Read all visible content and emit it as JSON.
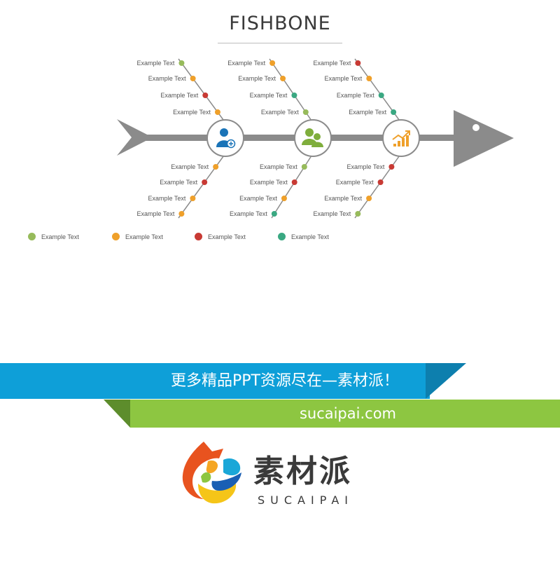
{
  "title": "FISHBONE",
  "colors": {
    "green": "#97bb5b",
    "orange": "#efa02a",
    "red": "#c83a34",
    "teal": "#3aa882",
    "spine": "#8b8b8b",
    "label": "#555555",
    "banner_blue": "#0e9fd8",
    "banner_green": "#8dc641"
  },
  "hubs": [
    {
      "icon": "user-add-icon",
      "color": "#1a74b8"
    },
    {
      "icon": "user-group-icon",
      "color": "#7fae3c"
    },
    {
      "icon": "growth-chart-icon",
      "color": "#efa02a"
    }
  ],
  "bones": {
    "top": [
      [
        {
          "label": "Example Text",
          "color": "green"
        },
        {
          "label": "Example Text",
          "color": "orange"
        },
        {
          "label": "Example Text",
          "color": "red"
        },
        {
          "label": "Example Text",
          "color": "orange"
        }
      ],
      [
        {
          "label": "Example Text",
          "color": "orange"
        },
        {
          "label": "Example Text",
          "color": "orange"
        },
        {
          "label": "Example Text",
          "color": "teal"
        },
        {
          "label": "Example Text",
          "color": "green"
        }
      ],
      [
        {
          "label": "Example Text",
          "color": "red"
        },
        {
          "label": "Example Text",
          "color": "orange"
        },
        {
          "label": "Example Text",
          "color": "teal"
        },
        {
          "label": "Example Text",
          "color": "teal"
        }
      ]
    ],
    "bottom": [
      [
        {
          "label": "Example Text",
          "color": "orange"
        },
        {
          "label": "Example Text",
          "color": "red"
        },
        {
          "label": "Example Text",
          "color": "orange"
        },
        {
          "label": "Example Text",
          "color": "orange"
        }
      ],
      [
        {
          "label": "Example Text",
          "color": "green"
        },
        {
          "label": "Example Text",
          "color": "red"
        },
        {
          "label": "Example Text",
          "color": "orange"
        },
        {
          "label": "Example Text",
          "color": "teal"
        }
      ],
      [
        {
          "label": "Example Text",
          "color": "red"
        },
        {
          "label": "Example Text",
          "color": "red"
        },
        {
          "label": "Example Text",
          "color": "orange"
        },
        {
          "label": "Example Text",
          "color": "green"
        }
      ]
    ]
  },
  "legend": [
    {
      "label": "Example Text",
      "color": "#97bb5b"
    },
    {
      "label": "Example Text",
      "color": "#efa02a"
    },
    {
      "label": "Example Text",
      "color": "#c83a34"
    },
    {
      "label": "Example Text",
      "color": "#3aa882"
    }
  ],
  "banner": {
    "text": "更多精品PPT资源尽在—素材派！",
    "url": "sucaipai.com"
  },
  "brand": {
    "name_cn": "素材派",
    "name_en": "SUCAIPAI"
  }
}
